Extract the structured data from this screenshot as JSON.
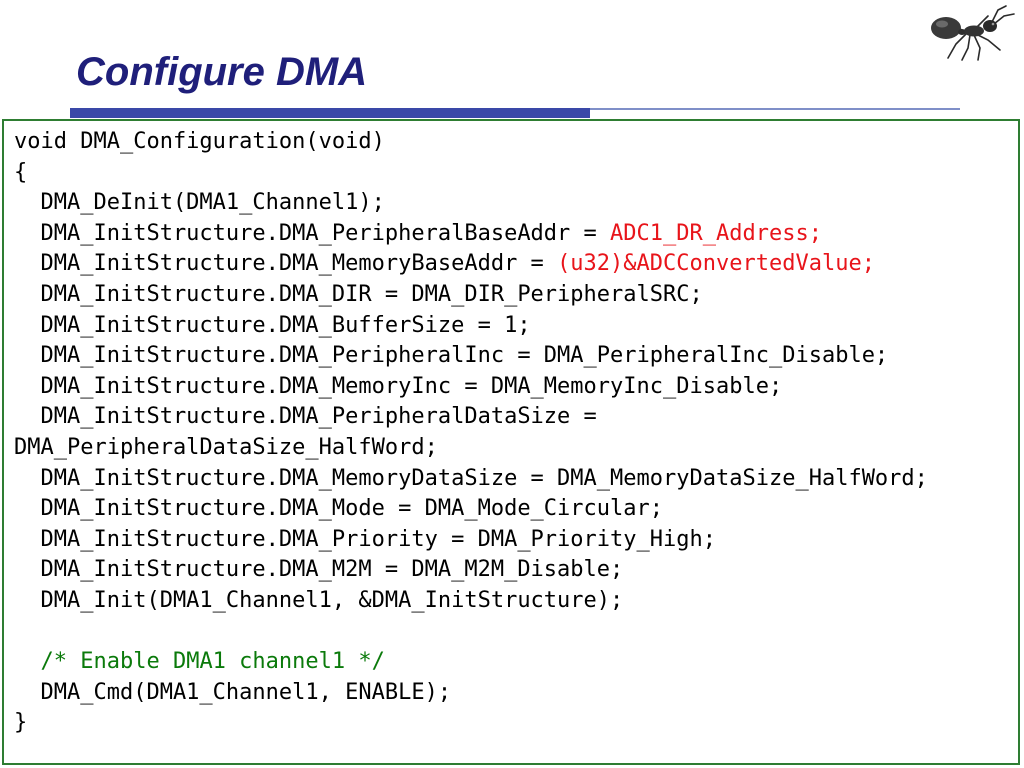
{
  "slide": {
    "title": "Configure DMA"
  },
  "colors": {
    "title": "#1f1f7a",
    "rule": "#3a48a8",
    "border": "#2e7d32",
    "highlight": "#e8141a",
    "comment": "#0b7a0b"
  },
  "icons": {
    "corner": "ant-icon"
  },
  "code": {
    "lines": [
      {
        "text": "void DMA_Configuration(void)"
      },
      {
        "text": "{"
      },
      {
        "text": "  DMA_DeInit(DMA1_Channel1);"
      },
      {
        "text": "  DMA_InitStructure.DMA_PeripheralBaseAddr = ",
        "highlight": "ADC1_DR_Address;"
      },
      {
        "text": "  DMA_InitStructure.DMA_MemoryBaseAddr = ",
        "highlight": "(u32)&ADCConvertedValue;"
      },
      {
        "text": "  DMA_InitStructure.DMA_DIR = DMA_DIR_PeripheralSRC;"
      },
      {
        "text": "  DMA_InitStructure.DMA_BufferSize = 1;"
      },
      {
        "text": "  DMA_InitStructure.DMA_PeripheralInc = DMA_PeripheralInc_Disable;"
      },
      {
        "text": "  DMA_InitStructure.DMA_MemoryInc = DMA_MemoryInc_Disable;"
      },
      {
        "text": "  DMA_InitStructure.DMA_PeripheralDataSize ="
      },
      {
        "text": "DMA_PeripheralDataSize_HalfWord;"
      },
      {
        "text": "  DMA_InitStructure.DMA_MemoryDataSize = DMA_MemoryDataSize_HalfWord;"
      },
      {
        "text": "  DMA_InitStructure.DMA_Mode = DMA_Mode_Circular;"
      },
      {
        "text": "  DMA_InitStructure.DMA_Priority = DMA_Priority_High;"
      },
      {
        "text": "  DMA_InitStructure.DMA_M2M = DMA_M2M_Disable;"
      },
      {
        "text": "  DMA_Init(DMA1_Channel1, &DMA_InitStructure);"
      },
      {
        "text": ""
      },
      {
        "text": "  ",
        "comment": "/* Enable DMA1 channel1 */"
      },
      {
        "text": "  DMA_Cmd(DMA1_Channel1, ENABLE);"
      },
      {
        "text": "}"
      }
    ]
  }
}
